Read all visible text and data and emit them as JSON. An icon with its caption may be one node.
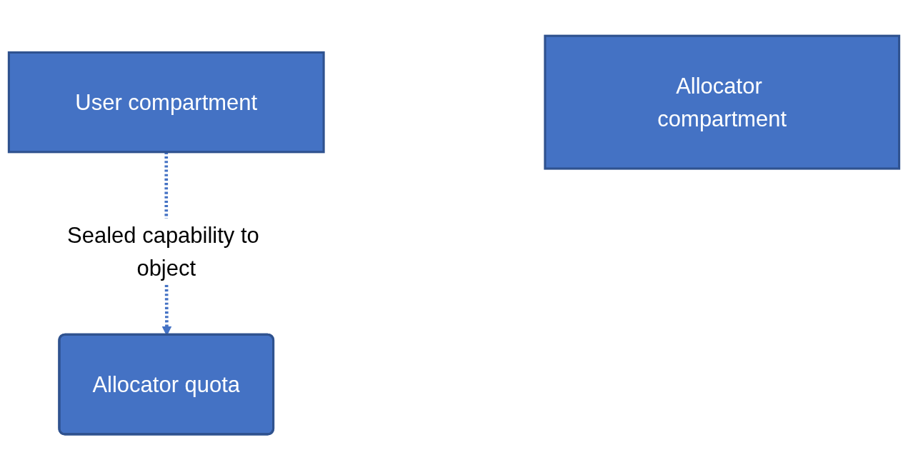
{
  "diagram": {
    "nodes": [
      {
        "text": [
          "User compartment"
        ]
      },
      {
        "text": [
          "Allocator compartment"
        ]
      },
      {
        "text": [
          "Allocator quota"
        ]
      }
    ],
    "edges": [
      {
        "from": 0,
        "to": 2,
        "arrow": "to",
        "style": "dashed",
        "label": "Sealed capability to object"
      }
    ]
  }
}
